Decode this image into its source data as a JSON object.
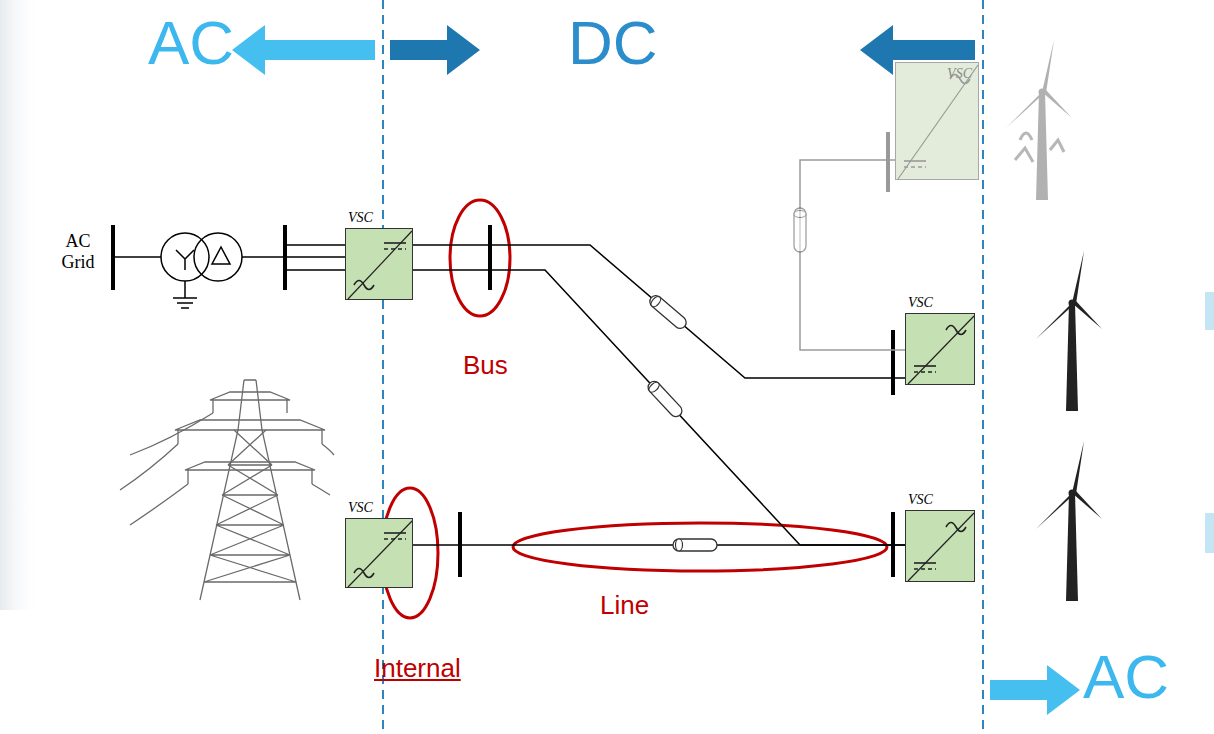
{
  "diagram": {
    "nodes": [
      {
        "text": [
          "VSC"
        ]
      },
      {
        "text": [
          "VSC"
        ]
      },
      {
        "text": [
          "VSC"
        ]
      },
      {
        "text": [
          "VSC"
        ]
      },
      {
        "text": [
          "VSC"
        ]
      }
    ],
    "edges": [
      {
        "from": 1,
        "to": 2,
        "arrow": "none"
      },
      {
        "from": 1,
        "to": 4,
        "arrow": "none"
      },
      {
        "from": 3,
        "to": 4,
        "arrow": "none"
      },
      {
        "from": 0,
        "to": 2,
        "arrow": "none"
      }
    ],
    "labels": [
      "AC",
      "DC",
      "AC",
      "AC Grid",
      "Bus",
      "Line",
      "Internal"
    ]
  }
}
